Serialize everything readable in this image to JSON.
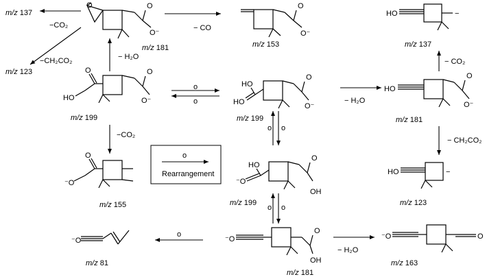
{
  "legend": {
    "symbol": "o",
    "label": "Rearrangement"
  },
  "mz_prefix": "m/z",
  "masses": [
    "137",
    "181",
    "153",
    "137",
    "123",
    "199",
    "199",
    "181",
    "155",
    "199",
    "123",
    "81",
    "181",
    "163"
  ],
  "arrow_labels": {
    "co2_a": "−CO₂",
    "co": "− CO",
    "ch2co2_a": "−CH₂CO₂",
    "h2o_a": "− H₂O",
    "h2o_b": "− H₂O",
    "co2_b": "− CO₂",
    "co2_c": "−CO₂",
    "ch2co2_b": "− CH₂CO₂",
    "h2o_c": "− H₂O",
    "o1": "o",
    "o2": "o",
    "o3": "o",
    "o4": "o",
    "o5": "o",
    "o6": "o",
    "o7": "o"
  },
  "atoms": {
    "ho": "HO",
    "o": "O",
    "ominus": "O⁻",
    "minus_o": "⁻O",
    "oh": "OH",
    "minus": "−"
  }
}
